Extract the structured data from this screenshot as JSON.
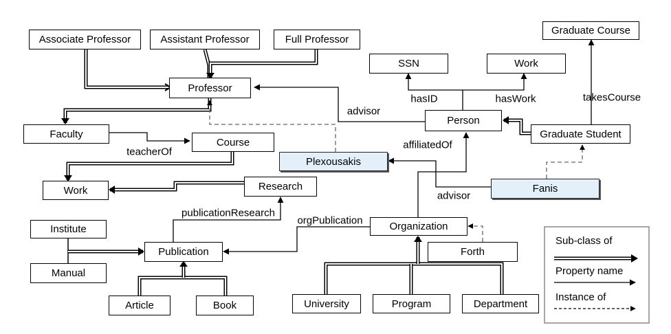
{
  "nodes": {
    "associate_professor": "Associate Professor",
    "assistant_professor": "Assistant Professor",
    "full_professor": "Full Professor",
    "graduate_course": "Graduate Course",
    "ssn": "SSN",
    "work_top": "Work",
    "professor": "Professor",
    "person": "Person",
    "graduate_student": "Graduate Student",
    "faculty": "Faculty",
    "course": "Course",
    "plexousakis": "Plexousakis",
    "fanis": "Fanis",
    "work_left": "Work",
    "research": "Research",
    "institute": "Institute",
    "manual": "Manual",
    "publication": "Publication",
    "article": "Article",
    "book": "Book",
    "organization": "Organization",
    "forth": "Forth",
    "university": "University",
    "program": "Program",
    "department": "Department"
  },
  "edge_labels": {
    "advisor_person": "advisor",
    "has_id": "hasID",
    "has_work": "hasWork",
    "takes_course": "takesCourse",
    "teacher_of": "teacherOf",
    "affiliated_of": "affiliatedOf",
    "advisor_fanis": "advisor",
    "publication_research": "publicationResearch",
    "org_publication": "orgPublication"
  },
  "legend": {
    "subclass": "Sub-class of",
    "property": "Property name",
    "instance": "Instance of"
  }
}
